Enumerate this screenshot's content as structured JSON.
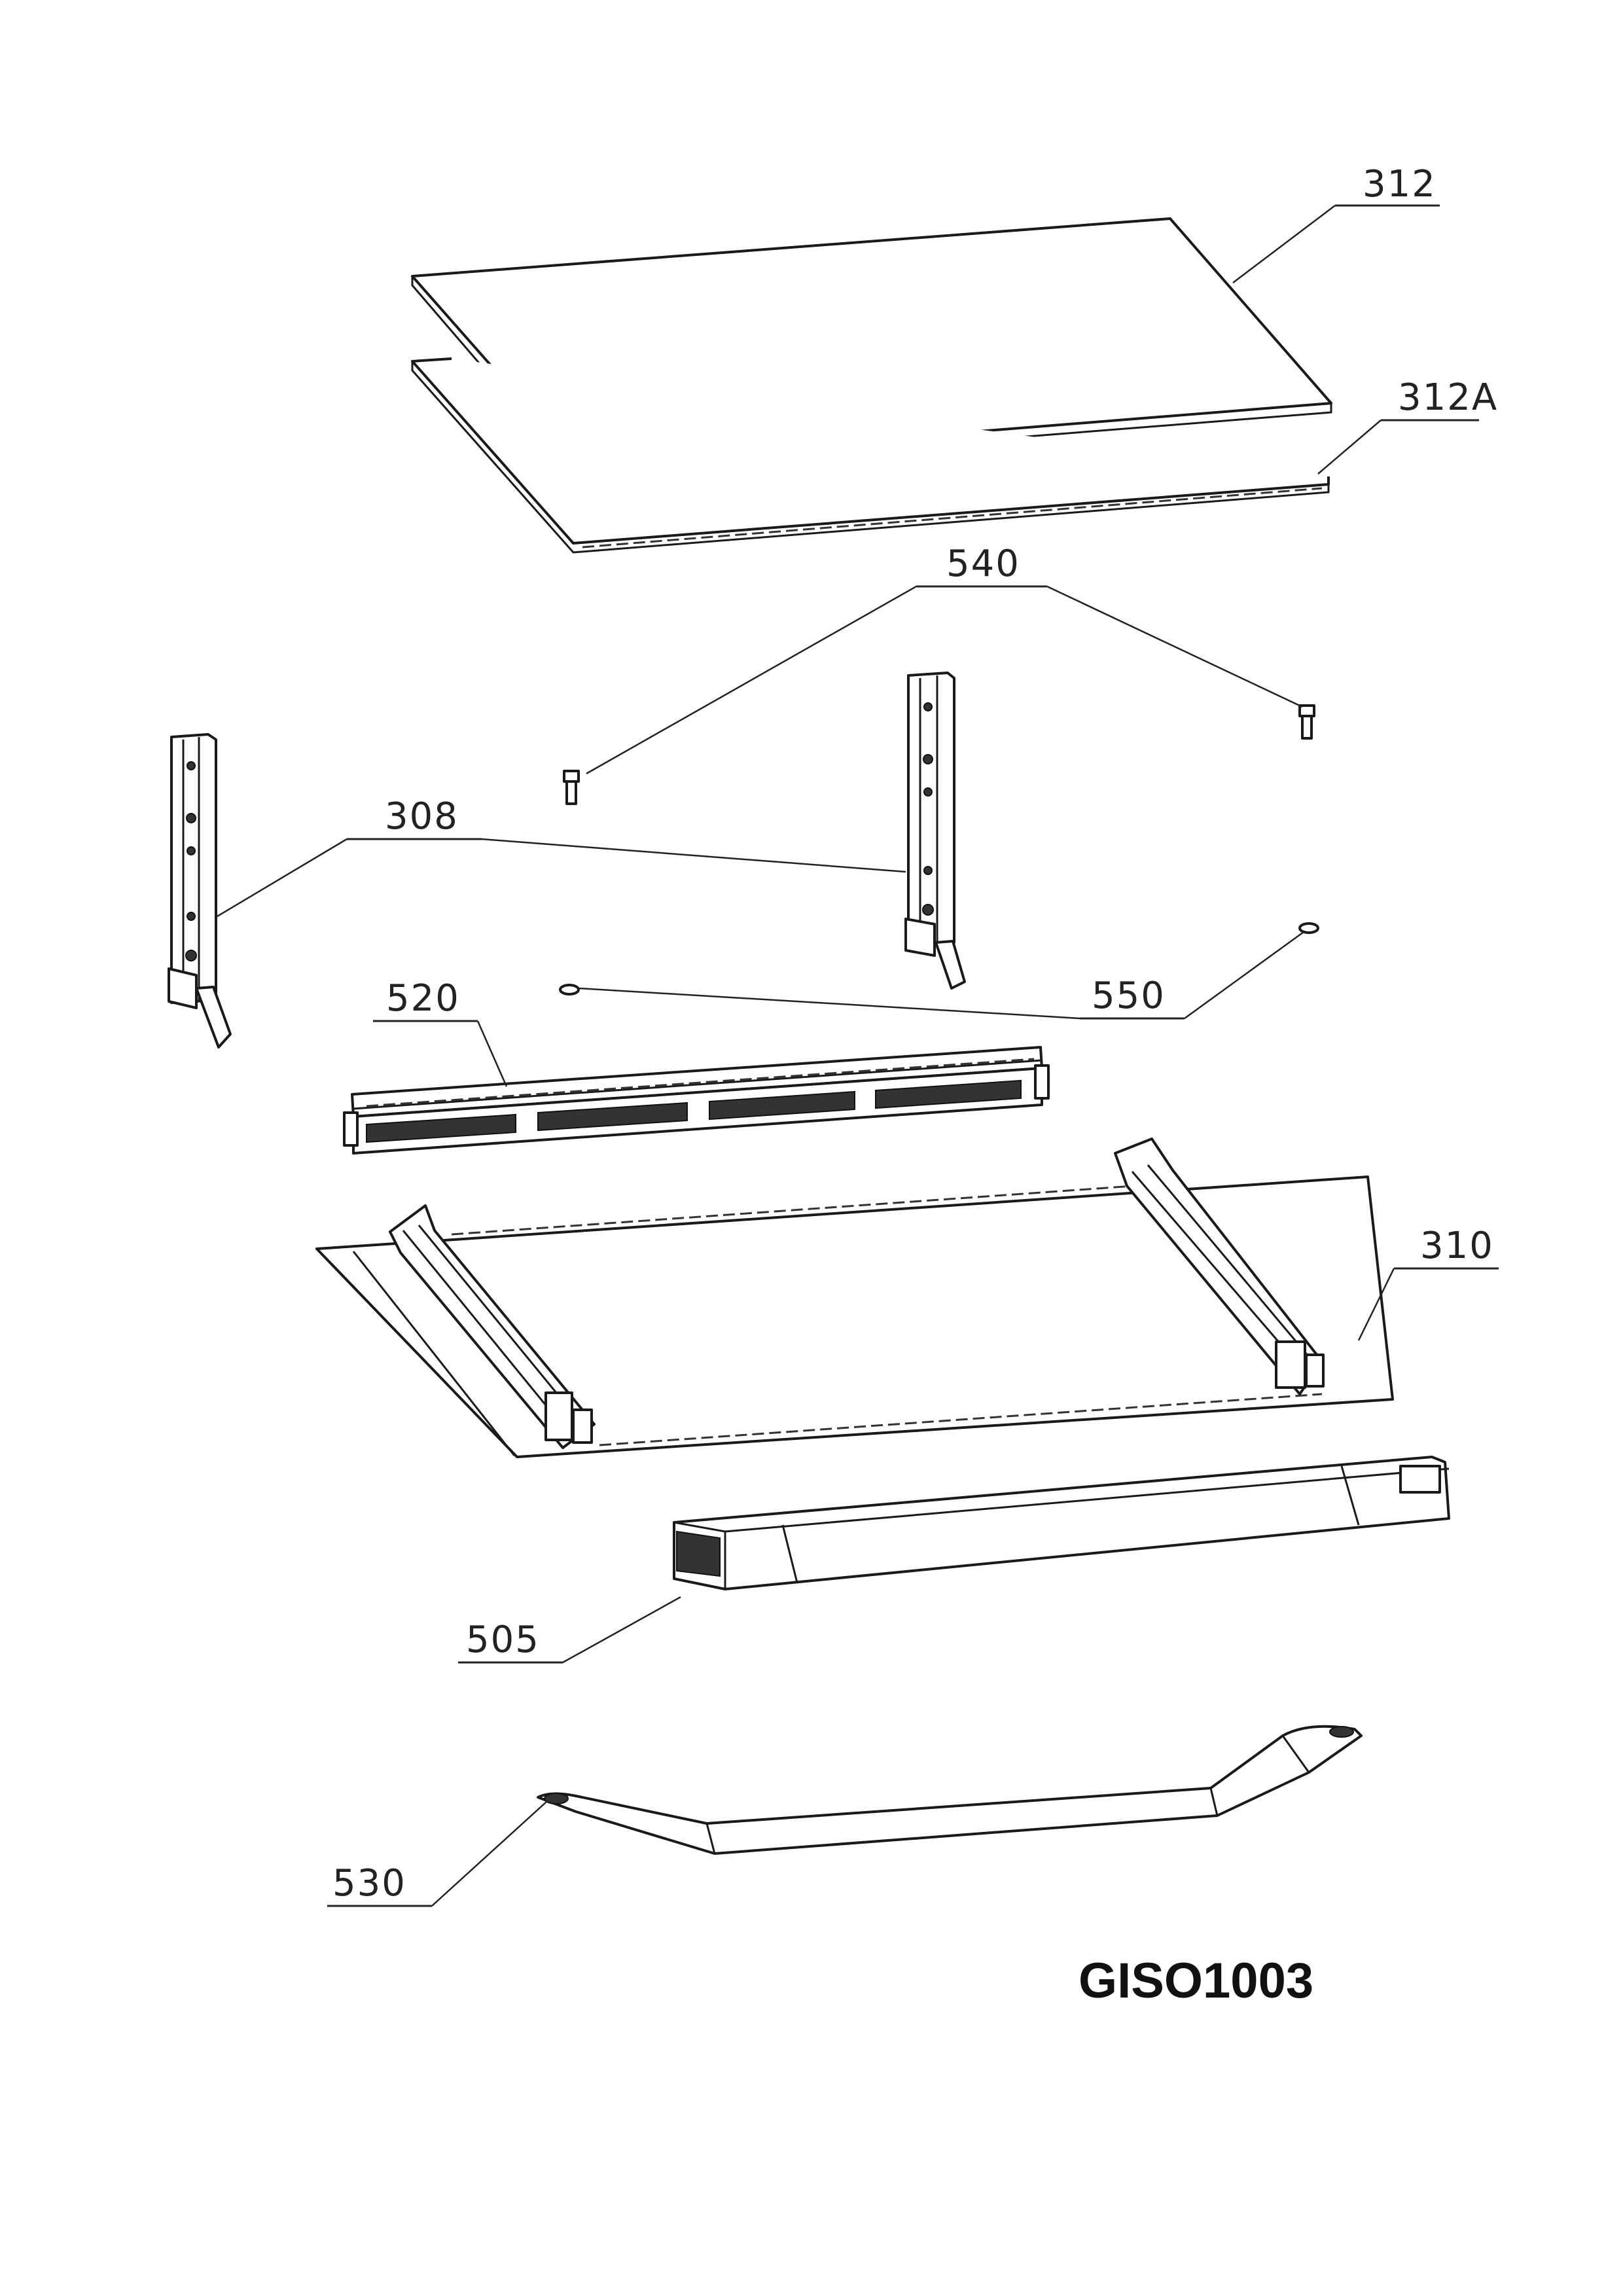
{
  "diagram": {
    "parts": [
      {
        "id": "p312",
        "label": "312"
      },
      {
        "id": "p312A",
        "label": "312A"
      },
      {
        "id": "p540",
        "label": "540"
      },
      {
        "id": "p308",
        "label": "308"
      },
      {
        "id": "p520",
        "label": "520"
      },
      {
        "id": "p550",
        "label": "550"
      },
      {
        "id": "p310",
        "label": "310"
      },
      {
        "id": "p505",
        "label": "505"
      },
      {
        "id": "p530",
        "label": "530"
      }
    ],
    "drawing_code": "GISO1003"
  }
}
